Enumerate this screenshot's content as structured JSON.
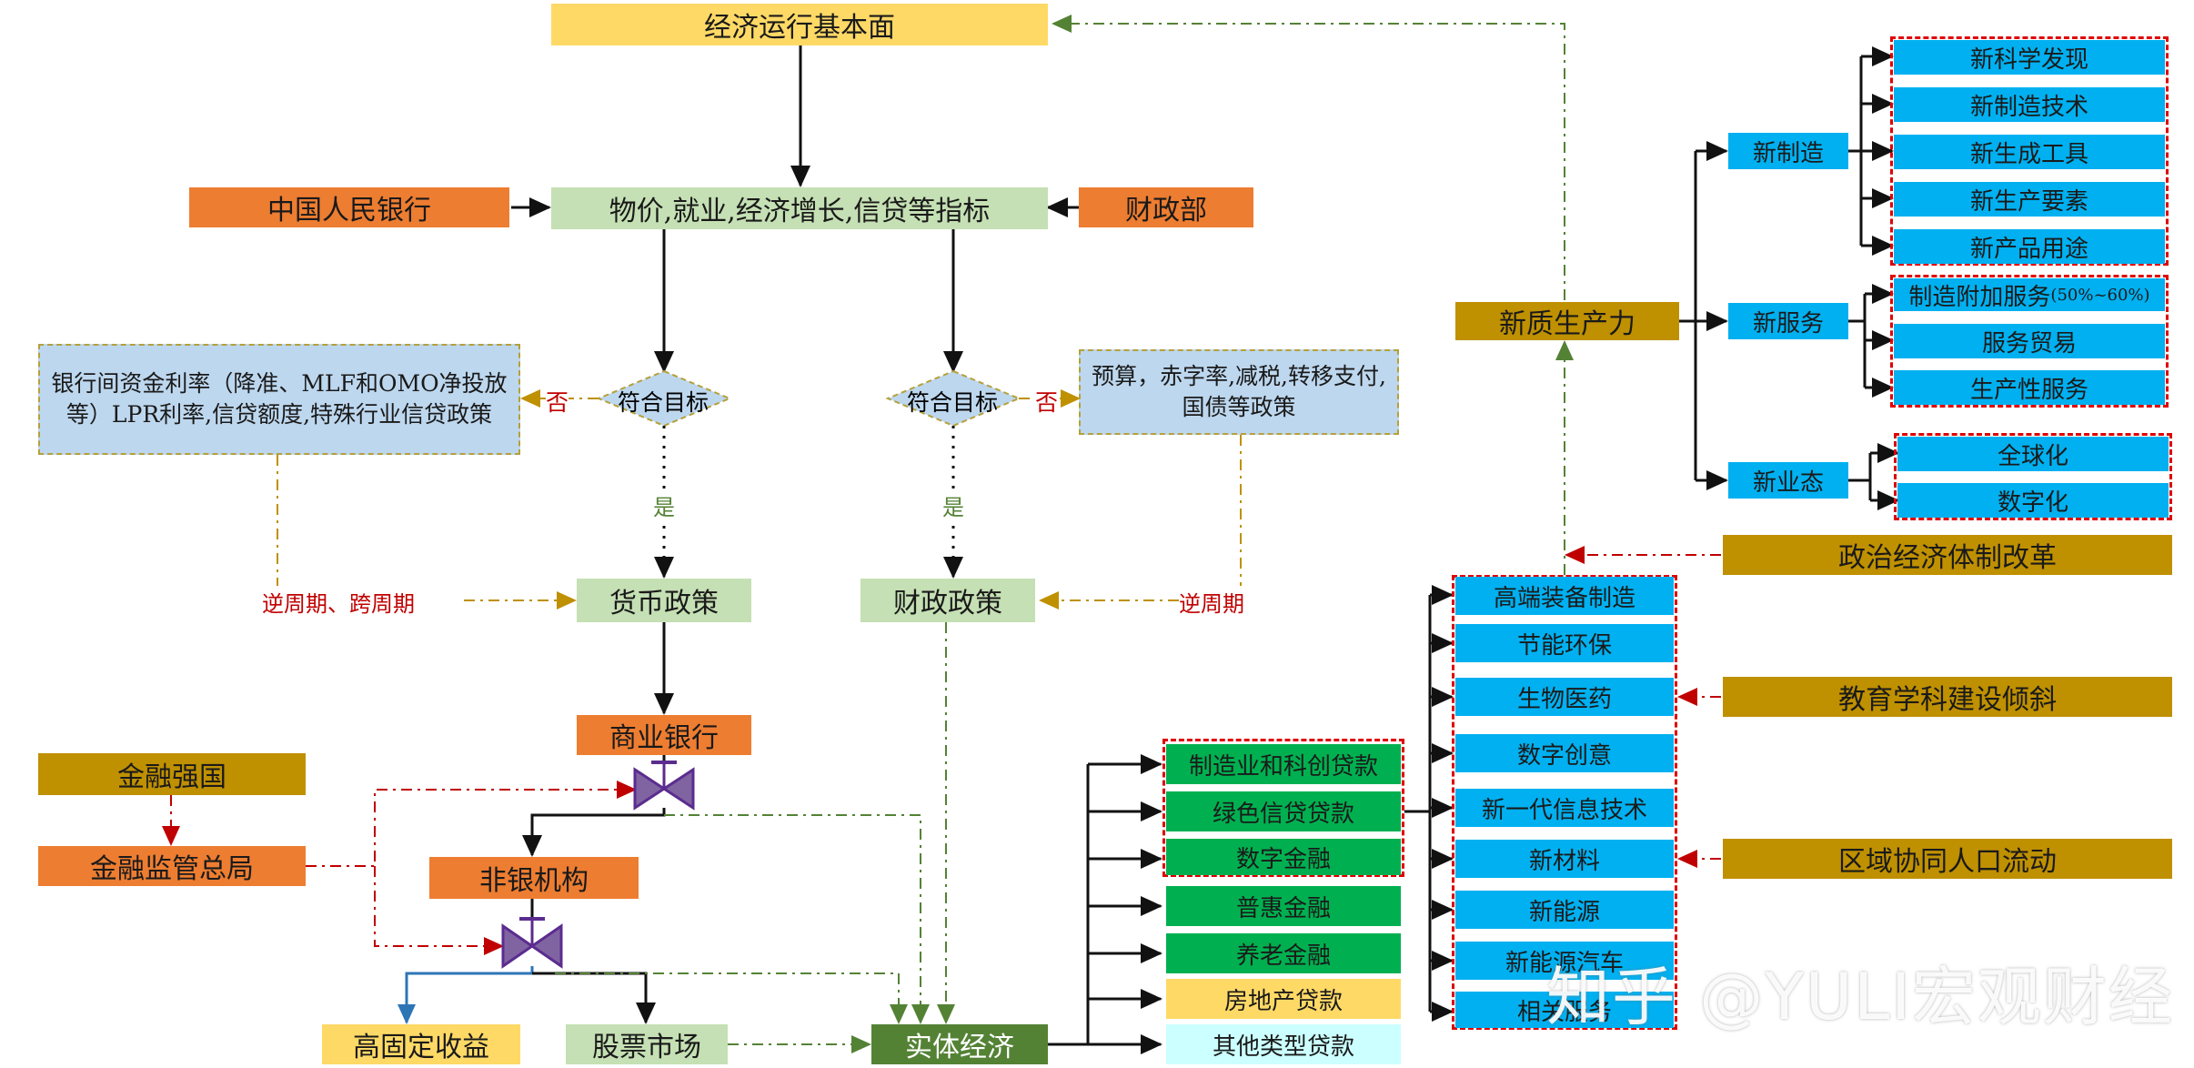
{
  "colors": {
    "yellow": "#ffd966",
    "orange": "#ed7d31",
    "light_green": "#c5e0b4",
    "gold": "#bf9000",
    "dark_green": "#548235",
    "green": "#00b050",
    "cyan": "#00b0f0",
    "light_cyan": "#ccffff",
    "light_blue": "#bdd7ee",
    "red_dash": "#e00000",
    "valve": "#7030a0"
  },
  "nodes": {
    "fundamentals": "经济运行基本面",
    "pboc": "中国人民银行",
    "indicators": "物价,就业,经济增长,信贷等指标",
    "mof": "财政部",
    "monetary_tools": "银行间资金利率（降准、MLF和OMO净投放等）LPR利率,信贷额度,特殊行业信贷政策",
    "fiscal_tools": "预算，赤字率,减税,转移支付,国债等政策",
    "check_left": "符合目标",
    "check_right": "符合目标",
    "monetary_policy": "货币政策",
    "fiscal_policy": "财政政策",
    "commercial_bank": "商业银行",
    "finance_power": "金融强国",
    "regulator": "金融监管总局",
    "nonbank": "非银机构",
    "fixed_income": "高固定收益",
    "stock_market": "股票市场",
    "real_economy": "实体经济",
    "new_productivity": "新质生产力",
    "reform": "政治经济体制改革",
    "education": "教育学科建设倾斜",
    "regional": "区域协同人口流动"
  },
  "labels": {
    "no_left": "否",
    "no_right": "否",
    "yes_left": "是",
    "yes_right": "是",
    "counter_left": "逆周期、跨周期",
    "counter_right": "逆周期"
  },
  "new_categories": {
    "manufacturing": "新制造",
    "services": "新服务",
    "business": "新业态"
  },
  "manufacturing_items": [
    "新科学发现",
    "新制造技术",
    "新生成工具",
    "新生产要素",
    "新产品用途"
  ],
  "service_items": [
    {
      "text": "制造附加服务",
      "note": "(50%~60%)"
    },
    {
      "text": "服务贸易",
      "note": ""
    },
    {
      "text": "生产性服务",
      "note": ""
    }
  ],
  "business_items": [
    "全球化",
    "数字化"
  ],
  "loan_items": [
    "制造业和科创贷款",
    "绿色信贷贷款",
    "数字金融",
    "普惠金融",
    "养老金融",
    "房地产贷款",
    "其他类型贷款"
  ],
  "industry_items": [
    "高端装备制造",
    "节能环保",
    "生物医药",
    "数字创意",
    "新一代信息技术",
    "新材料",
    "新能源",
    "新能源汽车",
    "相关服务"
  ],
  "watermark": "知乎 @YULI宏观财经"
}
